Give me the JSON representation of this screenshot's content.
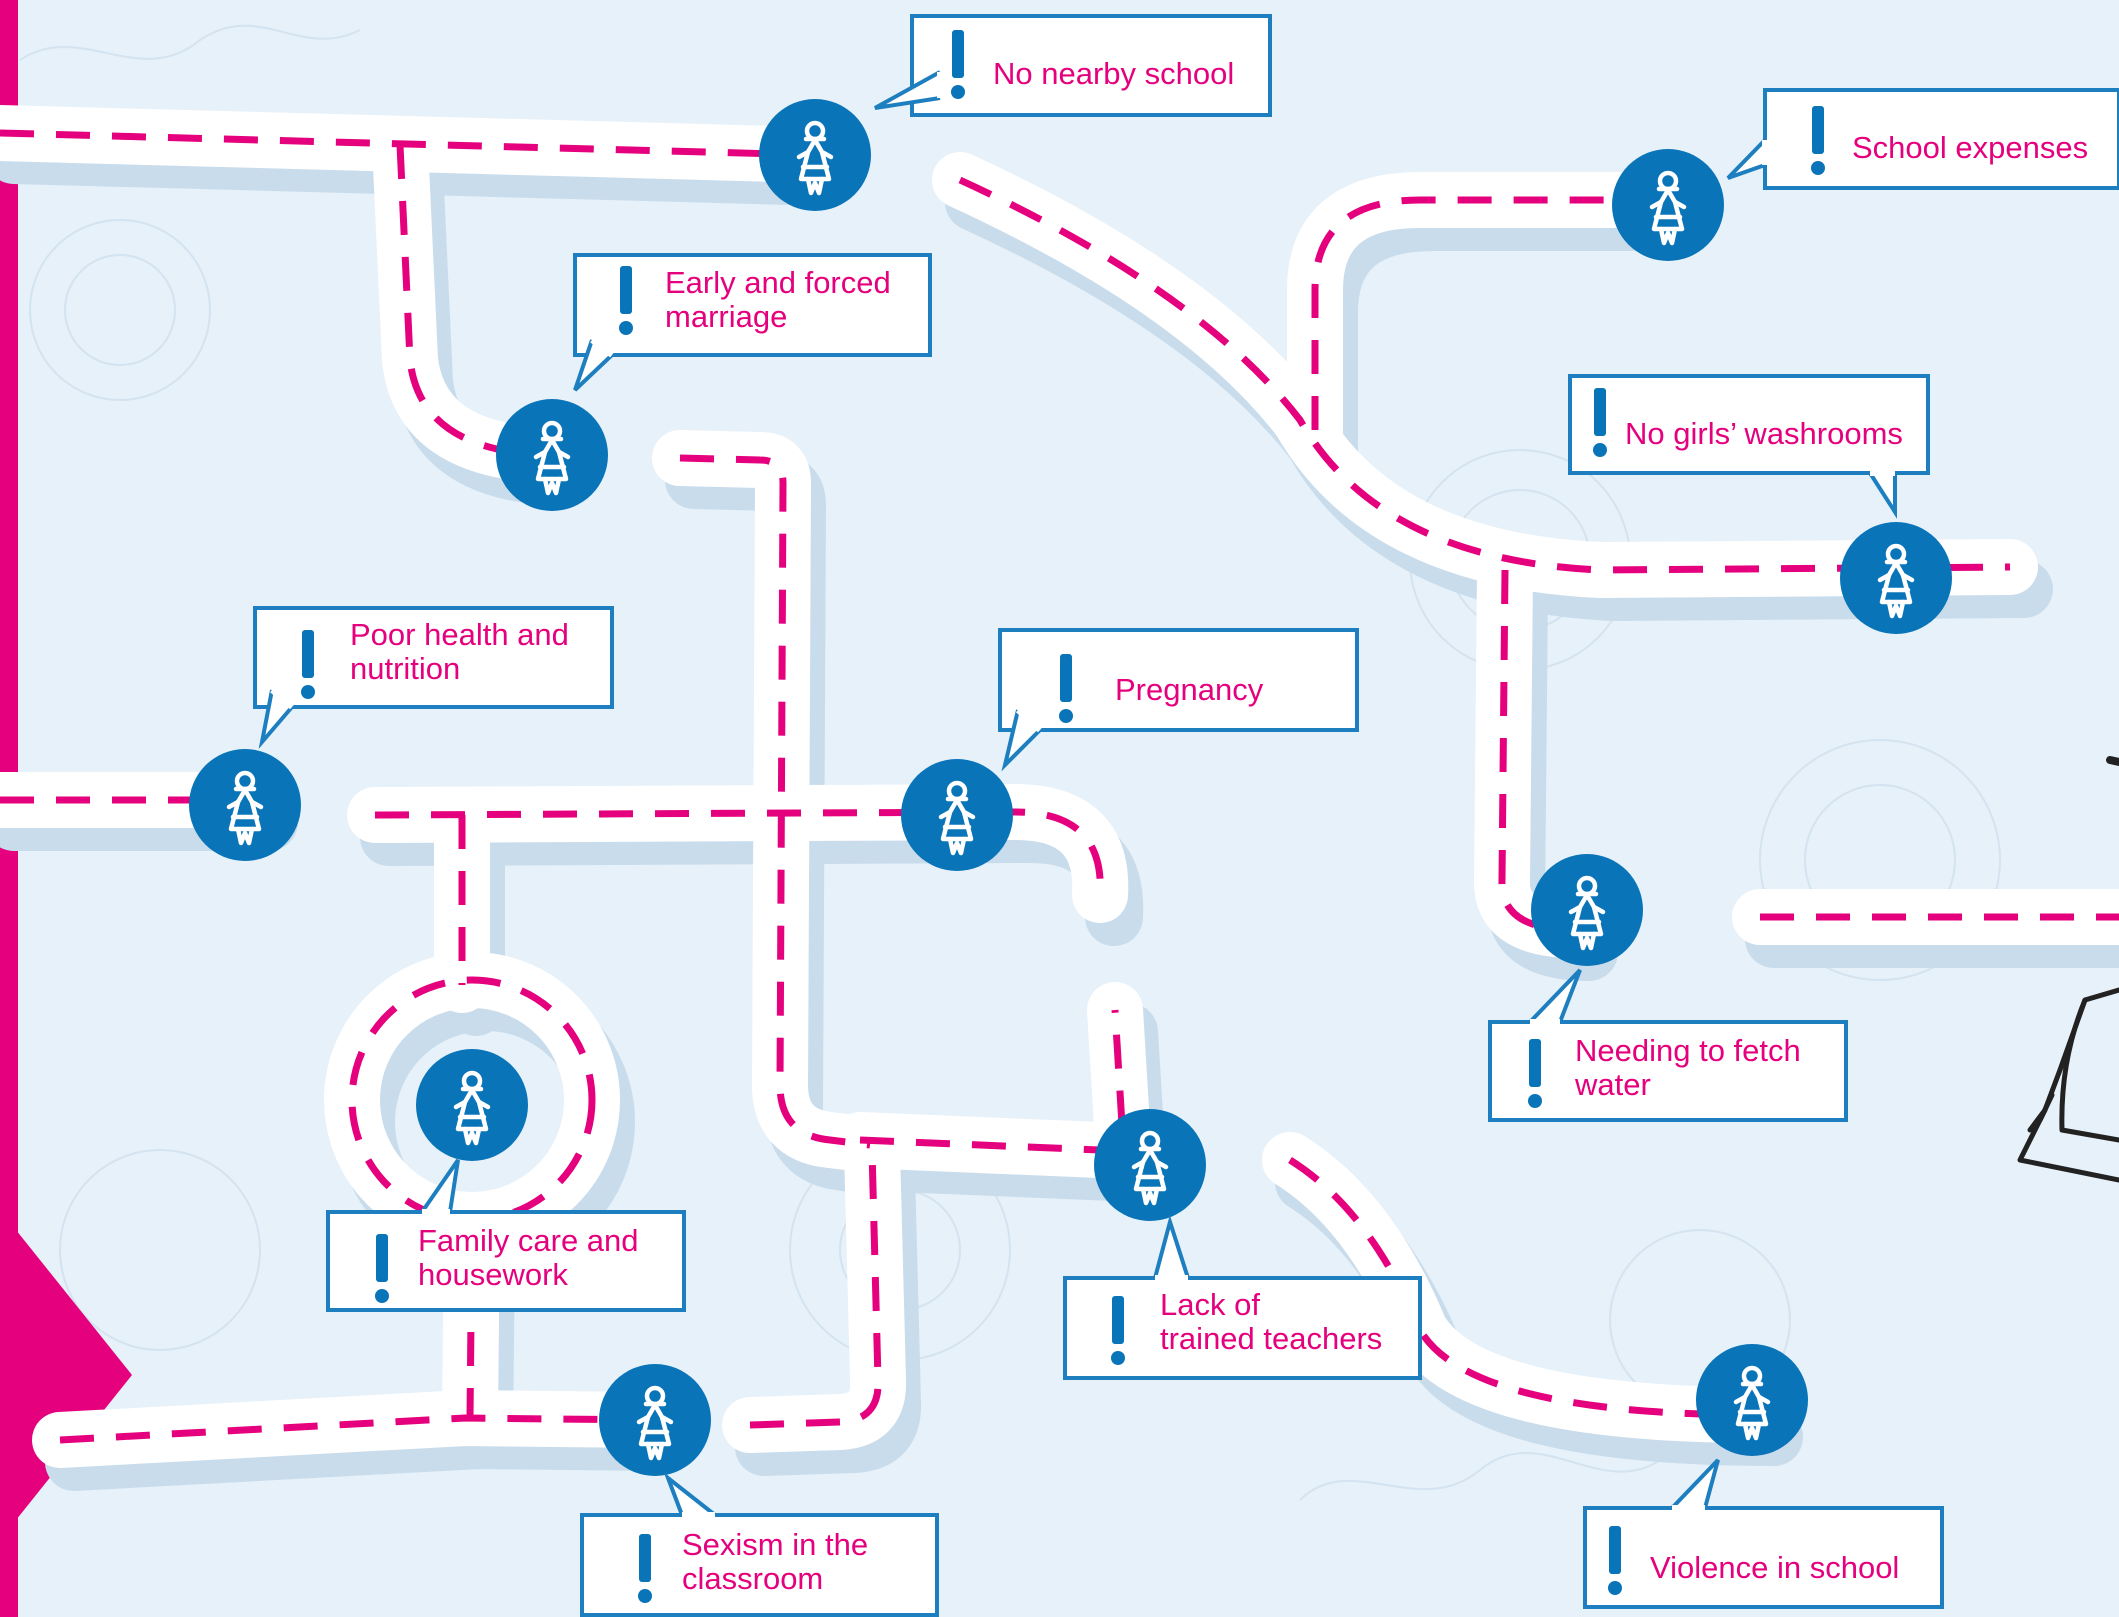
{
  "colors": {
    "background": "#e6f1f9",
    "road": "#ffffff",
    "road_shadow": "#c9dcec",
    "dash": "#e5007e",
    "marker": "#0a74b8",
    "callout_border": "#1d7fc0",
    "callout_text": "#e5007e",
    "accent_bar": "#e5007e"
  },
  "icons": {
    "marker": "girl-figure-icon",
    "alert": "exclamation-icon"
  },
  "barriers": [
    {
      "id": "no-nearby-school",
      "label": [
        "No nearby school"
      ]
    },
    {
      "id": "school-expenses",
      "label": [
        "School expenses"
      ]
    },
    {
      "id": "early-forced-marriage",
      "label": [
        "Early and forced",
        "marriage"
      ]
    },
    {
      "id": "no-girls-washrooms",
      "label": [
        "No girls’ washrooms"
      ]
    },
    {
      "id": "poor-health-nutrition",
      "label": [
        "Poor health and",
        "nutrition"
      ]
    },
    {
      "id": "pregnancy",
      "label": [
        "Pregnancy"
      ]
    },
    {
      "id": "needing-fetch-water",
      "label": [
        "Needing to fetch",
        "water"
      ]
    },
    {
      "id": "family-care-housework",
      "label": [
        "Family care and",
        "housework"
      ]
    },
    {
      "id": "lack-trained-teachers",
      "label": [
        "Lack of",
        "trained teachers"
      ]
    },
    {
      "id": "sexism-classroom",
      "label": [
        "Sexism in the",
        "classroom"
      ]
    },
    {
      "id": "violence-school",
      "label": [
        "Violence in school"
      ]
    }
  ]
}
